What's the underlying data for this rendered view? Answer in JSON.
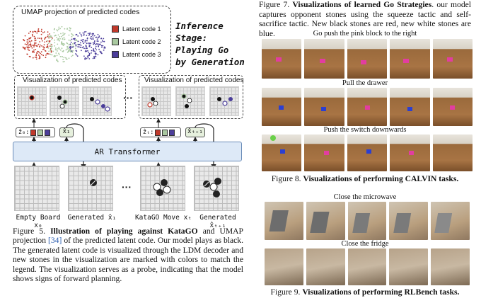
{
  "left_figure": {
    "umap_title": "UMAP projection of predicted codes",
    "legend": [
      {
        "label": "Latent code 1",
        "color": "#c0392b"
      },
      {
        "label": "Latent code 2",
        "color": "#a9c9a0"
      },
      {
        "label": "Latent code 3",
        "color": "#4b3d9a"
      }
    ],
    "inference_lines": [
      "Inference Stage:",
      "Playing Go",
      "by Generation"
    ],
    "vis_title_1": "Visualization of predicted codes",
    "vis_title_2": "Visualization of predicted codes",
    "ellipsis": "···",
    "code_pill_1": "ẑ₀:",
    "code_pill_2": "ẑₜ:",
    "xhat_1": "x̂₁",
    "xhat_2": "x̂ₜ₊₁",
    "ar_label": "AR Transformer",
    "board_labels": [
      "Empty Board x₀",
      "Generated x̂₁",
      "KataGO Move xₜ",
      "Generated x̂ₜ₊₁"
    ]
  },
  "caption_5": {
    "fig_label": "Figure 5.",
    "bold": "Illustration of playing against KataGO",
    "text_a": " and UMAP projection ",
    "cite": "[34]",
    "text_b": " of the predicted latent code. Our model plays as black. The generated latent code is visualized through the LDM decoder and new stones in the visualization are marked with colors to match the legend. The visualization serves as a probe, indicating that the model shows signs of forward planning."
  },
  "caption_7": {
    "fig_label": "Figure 7.",
    "bold": "Visualizations of learned Go Strategies",
    "text": ". our model captures opponent stones using the squeeze tactic and self-sacrifice tactic. New black stones are red, new white stones are blue."
  },
  "calvin": {
    "row_titles": [
      "Go push the pink block to the right",
      "Pull the drawer",
      "Push the switch downwards"
    ]
  },
  "caption_8": {
    "fig_label": "Figure 8.",
    "bold": "Visualizations of performing CALVIN tasks."
  },
  "rlbench": {
    "row_titles": [
      "Close the microwave",
      "Close the fridge"
    ]
  },
  "caption_9": {
    "fig_label": "Figure 9.",
    "bold": "Visualizations of performing RLBench tasks."
  }
}
